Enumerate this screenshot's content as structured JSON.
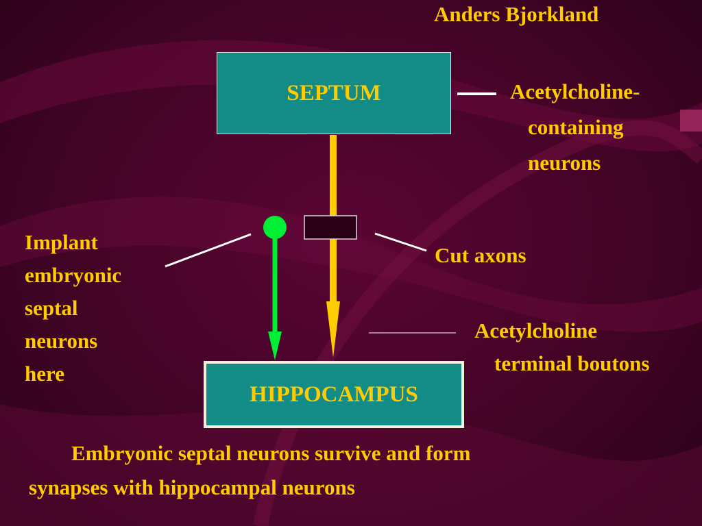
{
  "author": "Anders Bjorkland",
  "septum_label": "SEPTUM",
  "hippocampus_label": "HIPPOCAMPUS",
  "acetylcholine_neurons": {
    "line1": "Acetylcholine-",
    "line2": "containing",
    "line3": "neurons"
  },
  "cut_axons": "Cut axons",
  "implant": {
    "line1": "Implant",
    "line2": "embryonic",
    "line3": "septal",
    "line4": "neurons",
    "line5": "here"
  },
  "terminal_boutons": {
    "line1": "Acetylcholine",
    "line2": "terminal boutons"
  },
  "caption": {
    "line1": "Embryonic septal neurons survive and form",
    "line2": "synapses with hippocampal neurons"
  },
  "colors": {
    "box_fill": "#138b87",
    "text": "#ffcc00",
    "axon": "#ffcc00",
    "implant": "#00ee33",
    "cut_block": "#2b0016"
  }
}
